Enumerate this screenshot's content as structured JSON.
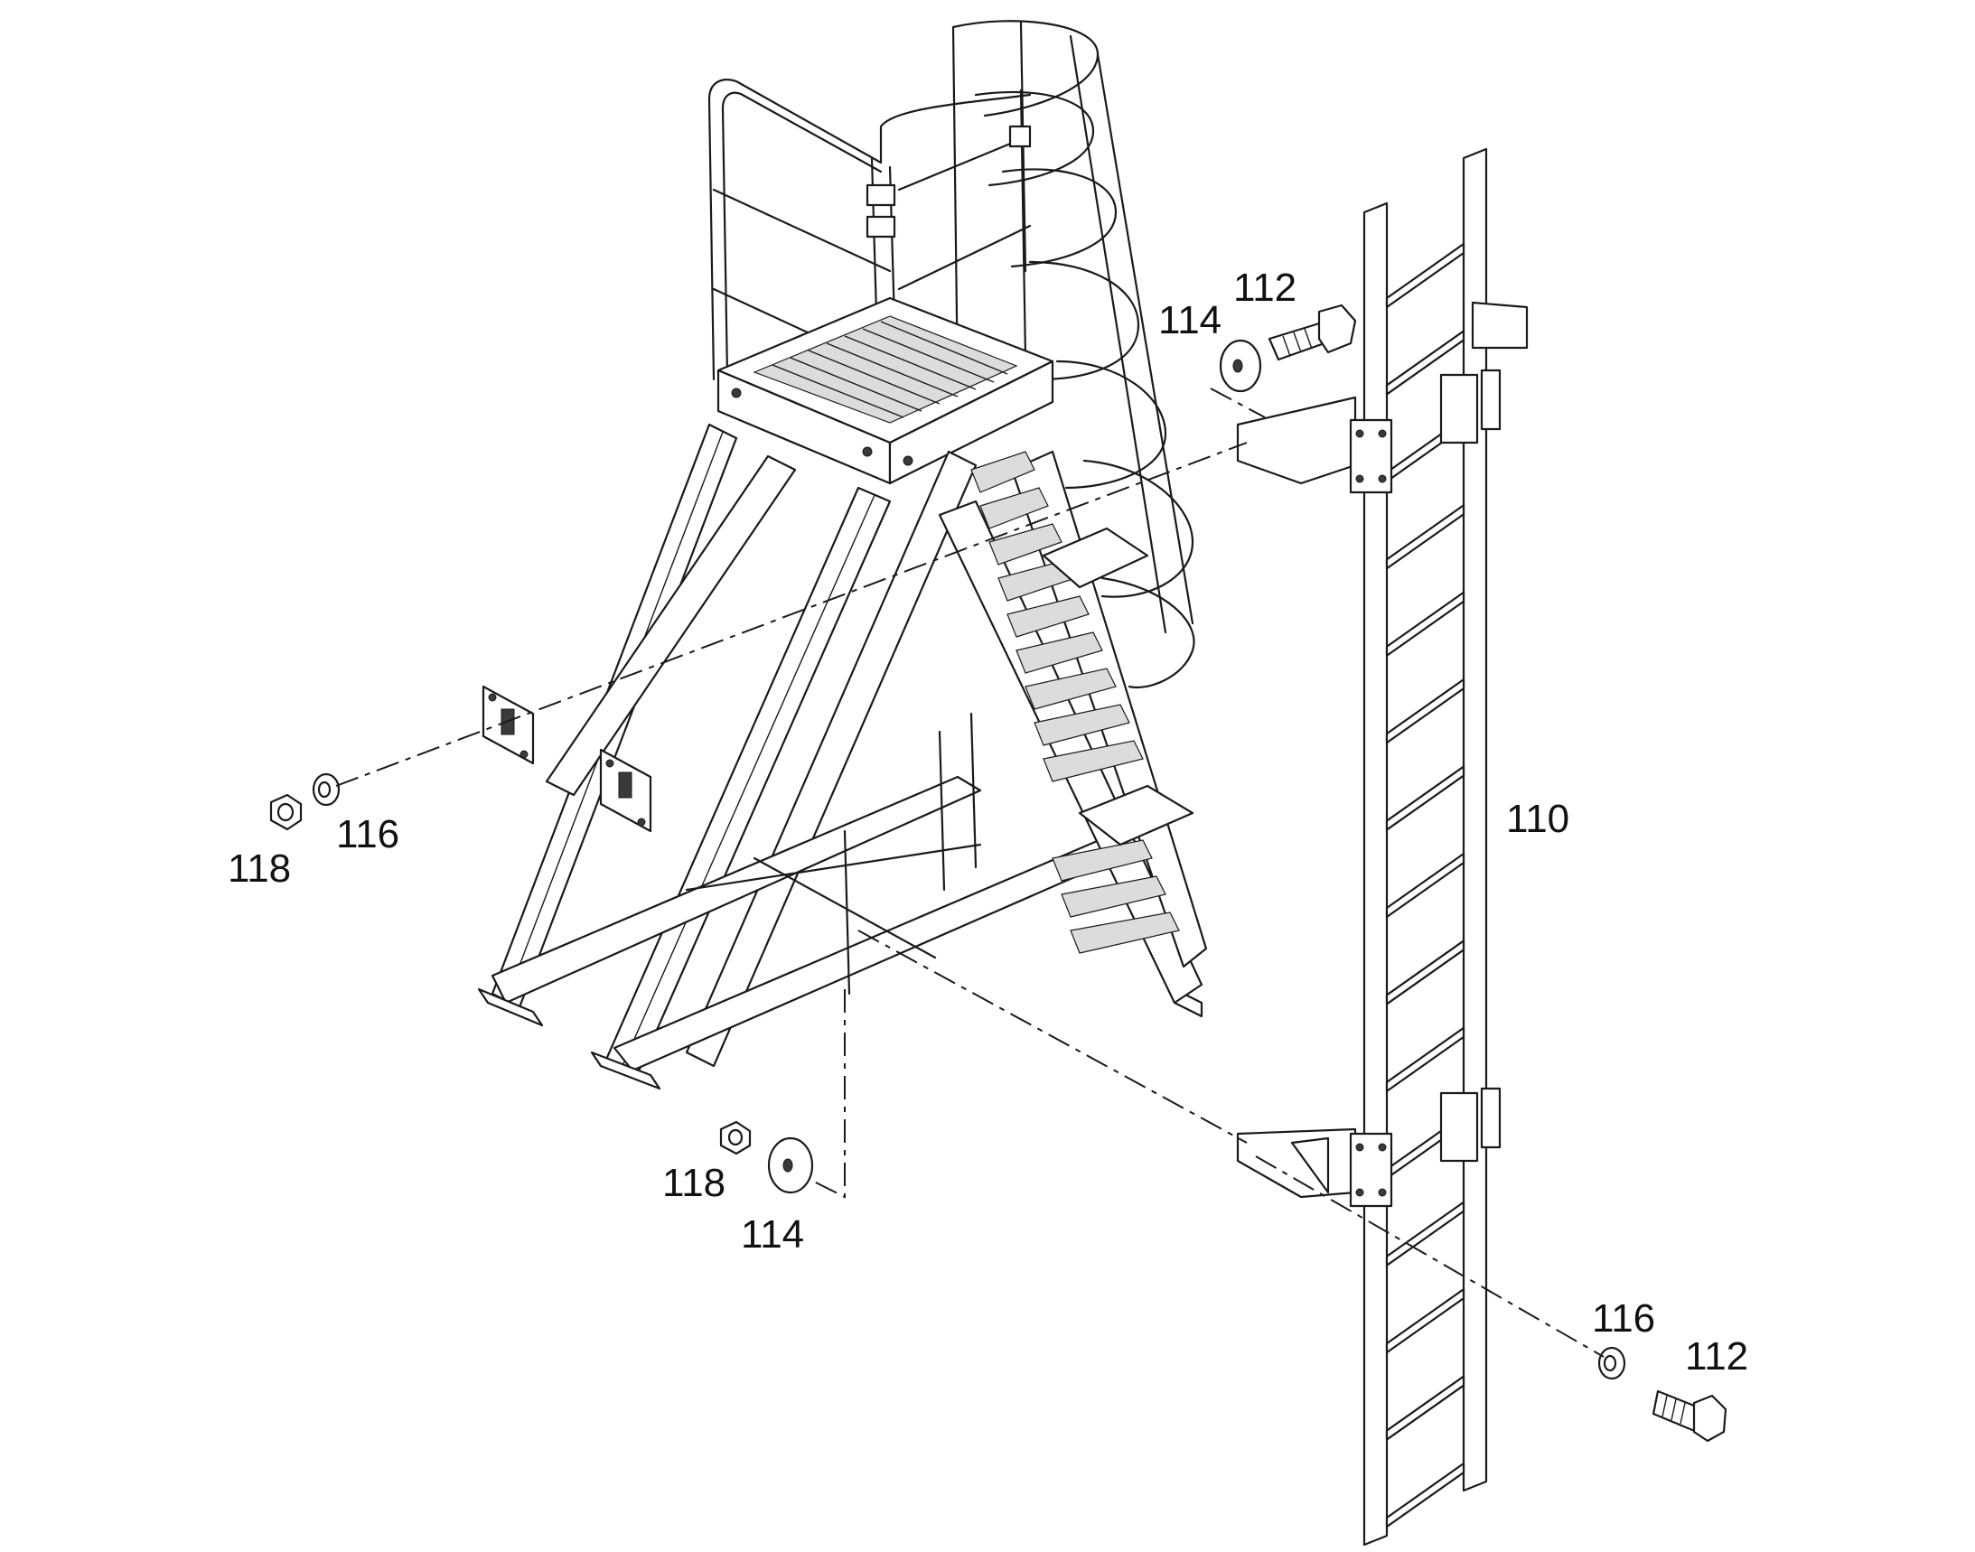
{
  "callouts": {
    "c110": "110",
    "c112_top": "112",
    "c114_top": "114",
    "c116_left": "116",
    "c118_left": "118",
    "c118_bottom": "118",
    "c114_bottom": "114",
    "c116_right": "116",
    "c112_right": "112"
  },
  "ladder": {
    "rungs": 15
  }
}
